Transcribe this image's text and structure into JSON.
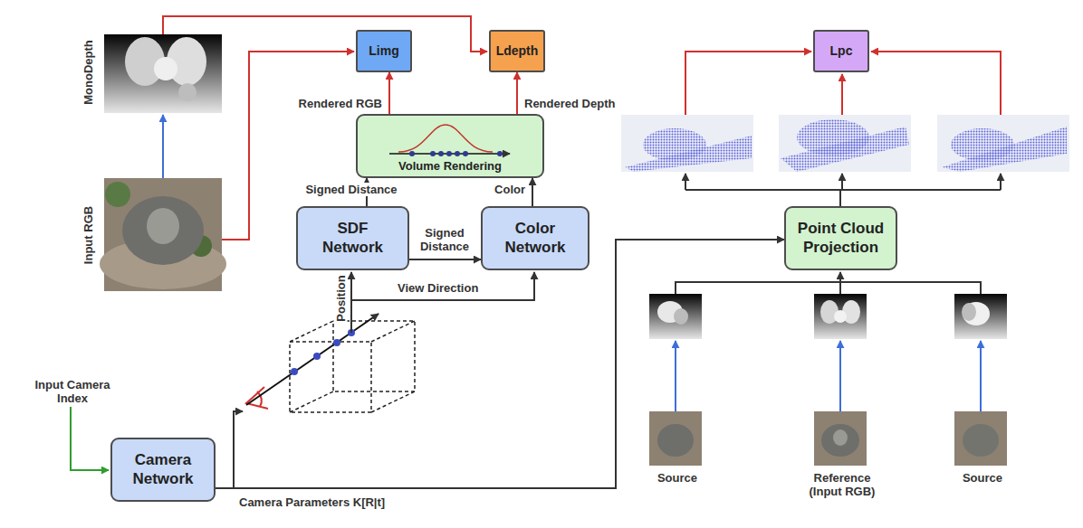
{
  "diagram": {
    "nodes": [
      {
        "text": [
          "Limg"
        ]
      },
      {
        "text": [
          "Ldepth"
        ]
      },
      {
        "text": [
          "Lpc"
        ]
      },
      {
        "text": [
          "Volume Rendering"
        ]
      },
      {
        "text": [
          "SDF Network"
        ]
      },
      {
        "text": [
          "Color Network"
        ]
      },
      {
        "text": [
          "Point Cloud Projection"
        ]
      },
      {
        "text": [
          "Camera Network"
        ]
      }
    ],
    "edges": [
      {
        "from": 4,
        "to": 3,
        "arrow": "to",
        "label": "Signed Distance"
      },
      {
        "from": 5,
        "to": 3,
        "arrow": "to",
        "label": "Color"
      },
      {
        "from": 4,
        "to": 5,
        "arrow": "to",
        "label": "Signed Distance"
      },
      {
        "from": 3,
        "to": 0,
        "arrow": "to",
        "label": "Rendered RGB"
      },
      {
        "from": 3,
        "to": 1,
        "arrow": "to",
        "label": "Rendered Depth"
      },
      {
        "from": 7,
        "to": 6,
        "arrow": "to",
        "label": "Camera Parameters K[R|t]"
      }
    ],
    "labels": [
      "MonoDepth",
      "Input RGB",
      "Input Camera Index",
      "Position",
      "View Direction",
      "Source",
      "Reference (Input RGB)",
      "Source"
    ]
  }
}
